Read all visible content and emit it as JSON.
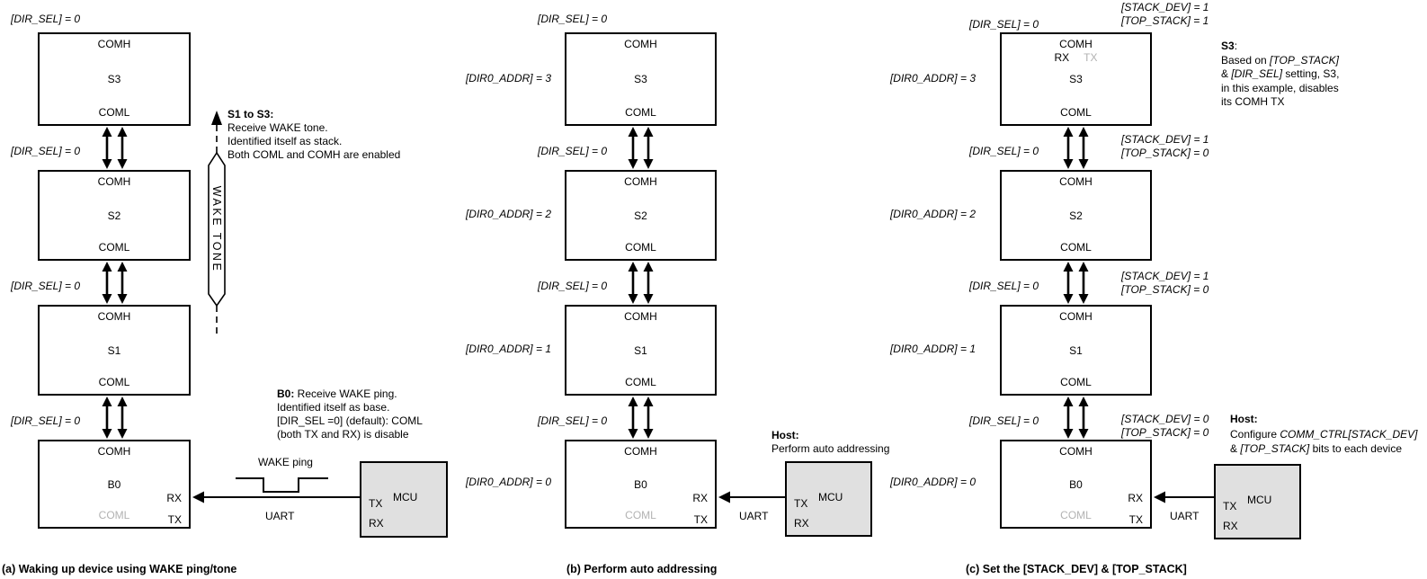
{
  "colors": {
    "line": "#000000",
    "disabled_text": "#b2b2b2",
    "mcu_fill": "#e0e0e0"
  },
  "panels": {
    "a": {
      "caption": "(a) Waking up device using WAKE ping/tone",
      "dir_sel_label": "[DIR_SEL] = 0",
      "boxes": {
        "s3": {
          "name": "S3",
          "comh": "COMH",
          "coml": "COML"
        },
        "s2": {
          "name": "S2",
          "comh": "COMH",
          "coml": "COML"
        },
        "s1": {
          "name": "S1",
          "comh": "COMH",
          "coml": "COML"
        },
        "b0": {
          "name": "B0",
          "comh": "COMH",
          "coml": "COML",
          "rx": "RX",
          "tx": "TX"
        }
      },
      "wake_tone_label": "WAKE TONE",
      "note_stack": {
        "title": "S1 to S3:",
        "line1": "Receive WAKE tone.",
        "line2": "Identified itself as stack.",
        "line3": "Both COML and COMH are enabled"
      },
      "note_base": {
        "bold": "B0:",
        "rest": " Receive WAKE ping.",
        "line2": "Identified itself as base.",
        "line3": "[DIR_SEL =0] (default): COML",
        "line4": "(both TX and RX) is disable"
      },
      "wake_ping_label": "WAKE ping",
      "uart_label": "UART",
      "mcu": {
        "label": "MCU",
        "tx": "TX",
        "rx": "RX"
      }
    },
    "b": {
      "caption": "(b) Perform auto addressing",
      "dir_sel_label": "[DIR_SEL] = 0",
      "dir0_addr": {
        "s3": "[DIR0_ADDR] = 3",
        "s2": "[DIR0_ADDR] = 2",
        "s1": "[DIR0_ADDR] = 1",
        "b0": "[DIR0_ADDR] = 0"
      },
      "boxes": {
        "s3": {
          "name": "S3",
          "comh": "COMH",
          "coml": "COML"
        },
        "s2": {
          "name": "S2",
          "comh": "COMH",
          "coml": "COML"
        },
        "s1": {
          "name": "S1",
          "comh": "COMH",
          "coml": "COML"
        },
        "b0": {
          "name": "B0",
          "comh": "COMH",
          "coml": "COML",
          "rx": "RX",
          "tx": "TX"
        }
      },
      "note_host": {
        "title": "Host:",
        "line1": "Perform auto addressing"
      },
      "uart_label": "UART",
      "mcu": {
        "label": "MCU",
        "tx": "TX",
        "rx": "RX"
      }
    },
    "c": {
      "caption": "(c) Set the [STACK_DEV] & [TOP_STACK]",
      "dir_sel_label": "[DIR_SEL] = 0",
      "dir0_addr": {
        "s3": "[DIR0_ADDR] = 3",
        "s2": "[DIR0_ADDR] = 2",
        "s1": "[DIR0_ADDR] = 1",
        "b0": "[DIR0_ADDR] = 0"
      },
      "stack_labels": {
        "top": {
          "line1": "[STACK_DEV] = 1",
          "line2": "[TOP_STACK] = 1"
        },
        "gap1": {
          "line1": "[STACK_DEV] = 1",
          "line2": "[TOP_STACK] = 0"
        },
        "gap2": {
          "line1": "[STACK_DEV] = 1",
          "line2": "[TOP_STACK] = 0"
        },
        "gap3": {
          "line1": "[STACK_DEV] = 0",
          "line2": "[TOP_STACK] = 0"
        }
      },
      "boxes": {
        "s3": {
          "name": "S3",
          "comh": "COMH",
          "coml": "COML",
          "rx": "RX",
          "tx": "TX"
        },
        "s2": {
          "name": "S2",
          "comh": "COMH",
          "coml": "COML"
        },
        "s1": {
          "name": "S1",
          "comh": "COMH",
          "coml": "COML"
        },
        "b0": {
          "name": "B0",
          "comh": "COMH",
          "coml": "COML",
          "rx": "RX",
          "tx": "TX"
        }
      },
      "note_s3": {
        "title": "S3",
        "title_colon": ":",
        "l2pre": "Based on ",
        "l2it": "[TOP_STACK]",
        "l3pre": "& ",
        "l3it": "[DIR_SEL]",
        "l3post": " setting, S3,",
        "l4": "in this example, disables",
        "l5": "its COMH TX"
      },
      "note_host": {
        "title": "Host:",
        "l2pre": "Configure ",
        "l2it": "COMM_CTRL[STACK_DEV]",
        "l3pre": "& ",
        "l3it": "[TOP_STACK]",
        "l3post": " bits to each device"
      },
      "uart_label": "UART",
      "mcu": {
        "label": "MCU",
        "tx": "TX",
        "rx": "RX"
      }
    }
  }
}
